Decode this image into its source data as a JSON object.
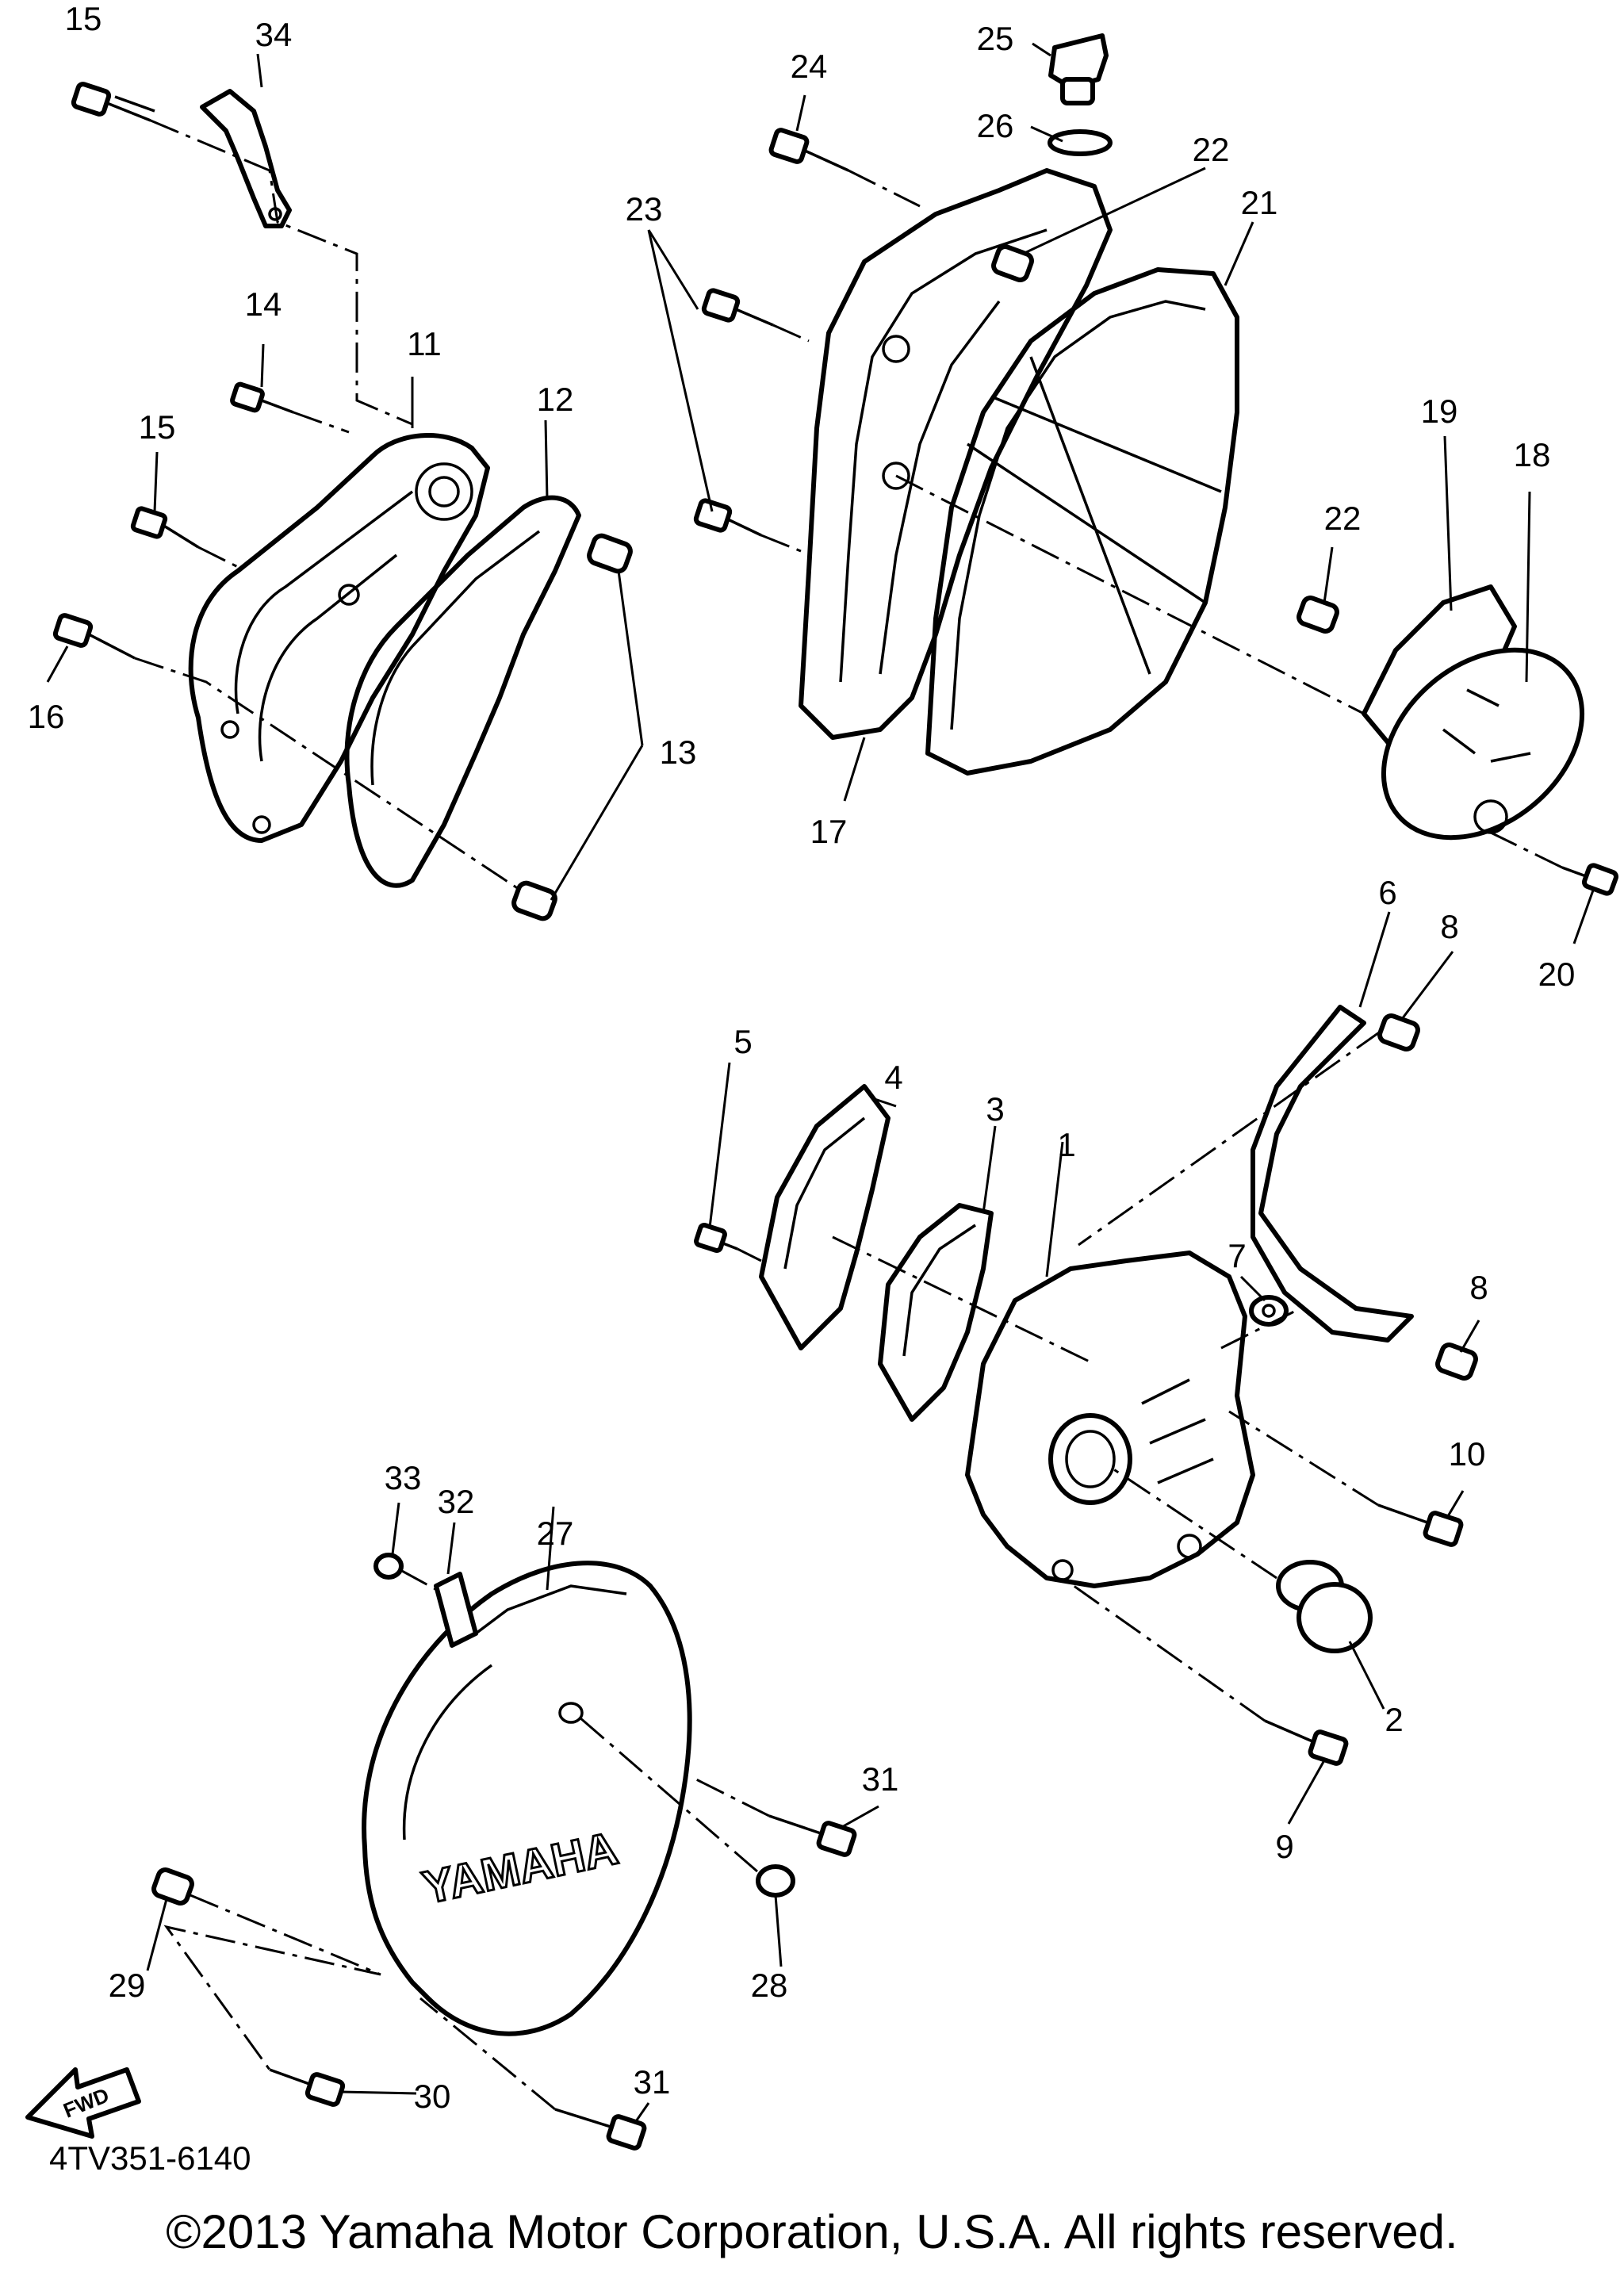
{
  "diagram": {
    "part_labels": [
      "1",
      "2",
      "3",
      "4",
      "5",
      "6",
      "7",
      "8",
      "8",
      "9",
      "10",
      "11",
      "12",
      "13",
      "14",
      "15",
      "15",
      "16",
      "17",
      "18",
      "19",
      "20",
      "21",
      "22",
      "22",
      "23",
      "24",
      "25",
      "26",
      "27",
      "28",
      "29",
      "30",
      "31",
      "31",
      "32",
      "33",
      "34"
    ],
    "cover_logo_text": "YAMAHA",
    "arrow_text": "FWD",
    "diagram_code": "4TV351-6140",
    "copyright": "©2013 Yamaha Motor Corporation, U.S.A. All rights reserved."
  }
}
